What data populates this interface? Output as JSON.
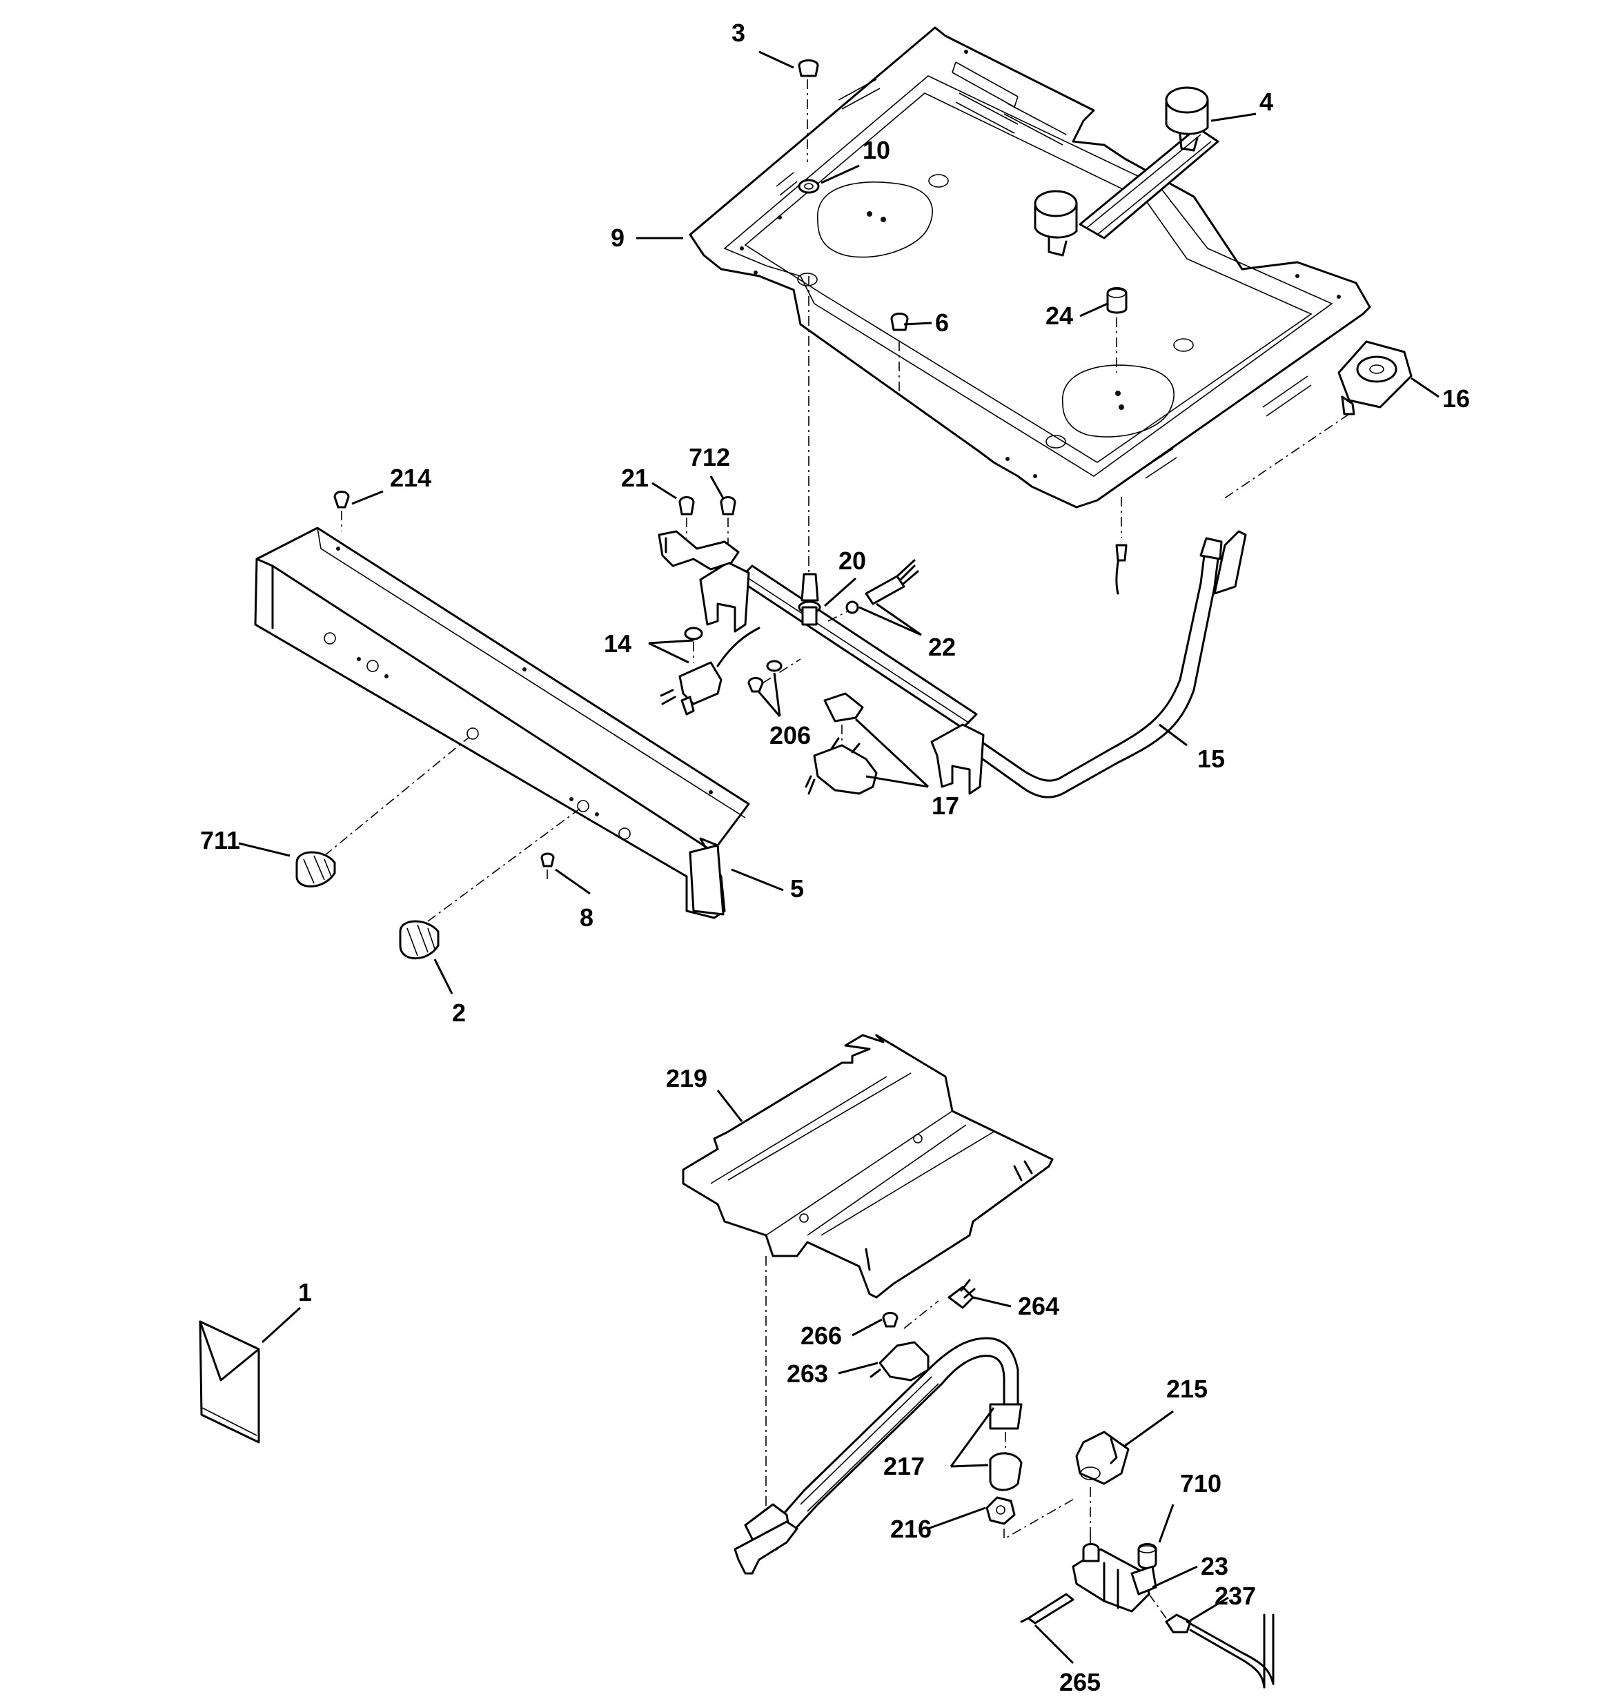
{
  "callouts": [
    {
      "id": "c1",
      "text": "1"
    },
    {
      "id": "c2",
      "text": "2"
    },
    {
      "id": "c3",
      "text": "3"
    },
    {
      "id": "c4",
      "text": "4"
    },
    {
      "id": "c5",
      "text": "5"
    },
    {
      "id": "c6",
      "text": "6"
    },
    {
      "id": "c8",
      "text": "8"
    },
    {
      "id": "c9",
      "text": "9"
    },
    {
      "id": "c10",
      "text": "10"
    },
    {
      "id": "c14",
      "text": "14"
    },
    {
      "id": "c15",
      "text": "15"
    },
    {
      "id": "c16",
      "text": "16"
    },
    {
      "id": "c17",
      "text": "17"
    },
    {
      "id": "c20",
      "text": "20"
    },
    {
      "id": "c21",
      "text": "21"
    },
    {
      "id": "c22",
      "text": "22"
    },
    {
      "id": "c23",
      "text": "23"
    },
    {
      "id": "c24",
      "text": "24"
    },
    {
      "id": "c206",
      "text": "206"
    },
    {
      "id": "c214",
      "text": "214"
    },
    {
      "id": "c215",
      "text": "215"
    },
    {
      "id": "c216",
      "text": "216"
    },
    {
      "id": "c217",
      "text": "217"
    },
    {
      "id": "c219",
      "text": "219"
    },
    {
      "id": "c237",
      "text": "237"
    },
    {
      "id": "c263",
      "text": "263"
    },
    {
      "id": "c264",
      "text": "264"
    },
    {
      "id": "c265",
      "text": "265"
    },
    {
      "id": "c266",
      "text": "266"
    },
    {
      "id": "c710",
      "text": "710"
    },
    {
      "id": "c711",
      "text": "711"
    },
    {
      "id": "c712",
      "text": "712"
    }
  ]
}
